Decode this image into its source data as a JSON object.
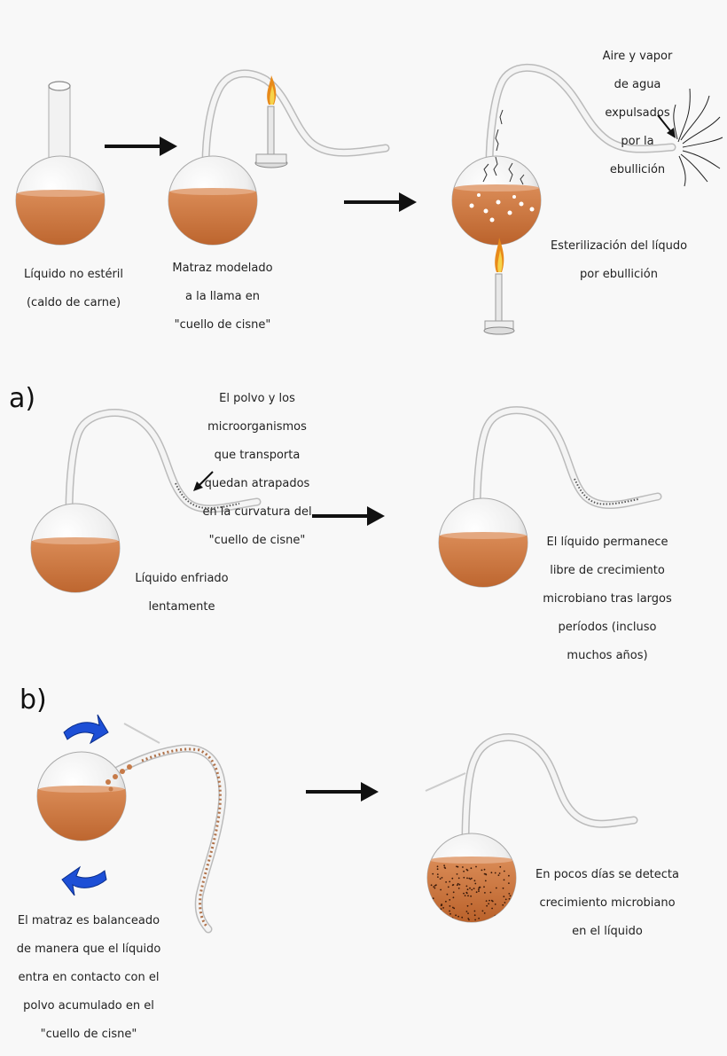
{
  "section_labels": {
    "a": "a)",
    "b": "b)"
  },
  "labels": {
    "liquid_nonsterile": [
      "Líquido no estéril",
      "(caldo de carne)"
    ],
    "flask_shaped": [
      "Matraz modelado",
      "a la llama en",
      "\"cuello de cisne\""
    ],
    "air_vapor": [
      "Aire y vapor",
      "de agua",
      "expulsados",
      "por la",
      "ebullición"
    ],
    "sterilization": [
      "Esterilización del líqudo",
      "por ebullición"
    ],
    "dust_trapped": [
      "El polvo y los",
      "microorganismos",
      "que transporta",
      "quedan atrapados",
      "en la curvatura del",
      "\"cuello de cisne\""
    ],
    "liquid_cooled": [
      "Líquido enfriado",
      "lentamente"
    ],
    "liquid_remains": [
      "El líquido permanece",
      "libre de crecimiento",
      "microbiano tras largos",
      "períodos (incluso",
      "muchos años)"
    ],
    "flask_swung": [
      "El matraz es balanceado",
      "de manera que el líquido",
      "entra en contacto con el",
      "polvo acumulado en el",
      "\"cuello de cisne\""
    ],
    "growth_detected": [
      "En pocos días se detecta",
      "crecimiento microbiano",
      "en el líquido"
    ]
  },
  "colors": {
    "broth": "#c9713a",
    "glass": "#d8d8d8",
    "arrow": "#111111",
    "blue_arrow": "#1d4fd6",
    "flame": "#e88a1a"
  }
}
